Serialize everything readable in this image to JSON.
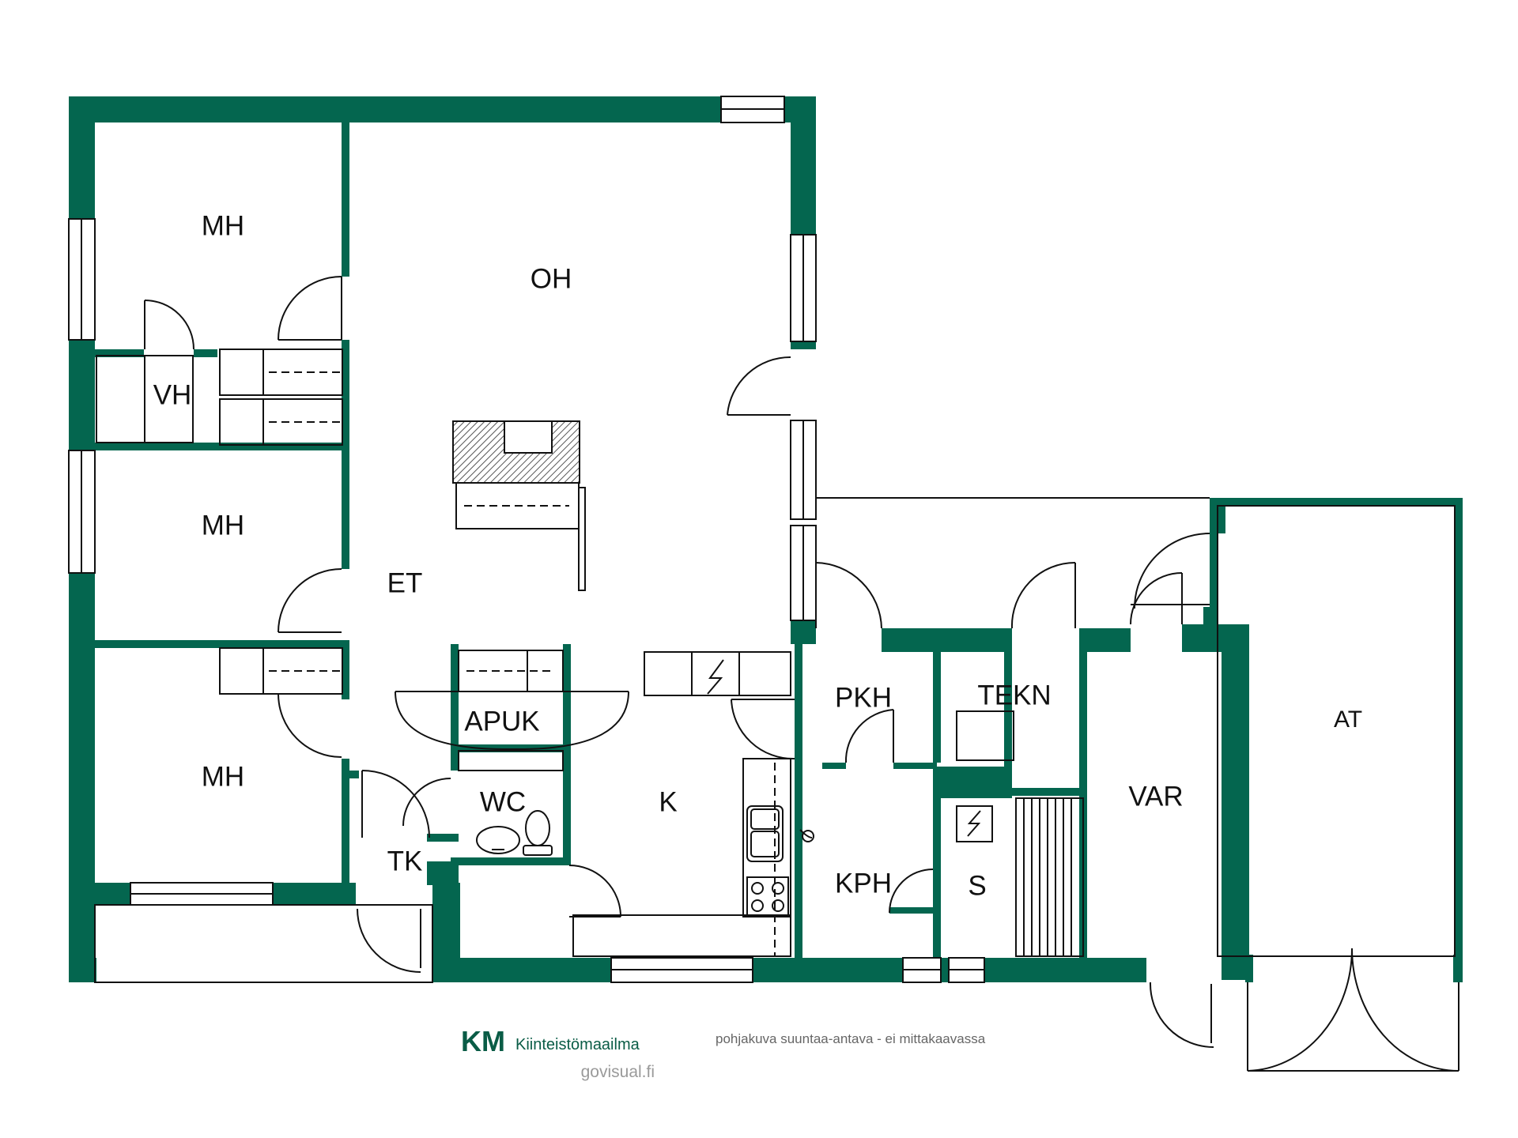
{
  "colors": {
    "wall": "#04664f",
    "line": "#111111",
    "background": "#ffffff",
    "brand_dark": "#0a5c46",
    "brand_light": "#3ecf6e"
  },
  "rooms": {
    "mh_top": "MH",
    "vh": "VH",
    "mh_mid": "MH",
    "mh_bottom": "MH",
    "oh": "OH",
    "et": "ET",
    "apuk": "APUK",
    "wc": "WC",
    "tk": "TK",
    "k": "K",
    "pkh": "PKH",
    "tekn": "TEKN",
    "kph": "KPH",
    "s": "S",
    "var": "VAR",
    "at": "AT"
  },
  "footer": {
    "logo_mark": "KM",
    "logo_name": "Kiinteistömaailma",
    "site": "govisual.fi",
    "note": "pohjakuva suuntaa-antava - ei mittakaavassa"
  },
  "icons": {
    "electric_panel": "lightning-icon",
    "sink": "sink-icon",
    "toilet": "toilet-icon",
    "stove": "stove-icon",
    "shower": "shower-icon"
  }
}
